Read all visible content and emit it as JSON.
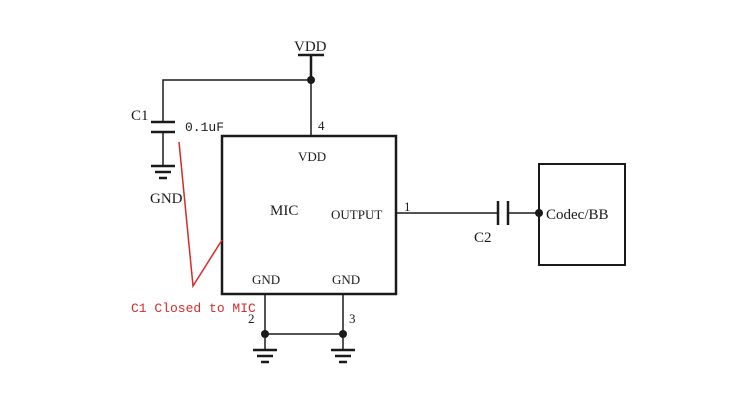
{
  "supply": {
    "label": "VDD"
  },
  "c1": {
    "designator": "C1",
    "value": "0.1uF",
    "ground_label": "GND"
  },
  "mic": {
    "name": "MIC",
    "pins": {
      "vdd": {
        "label": "VDD",
        "number": "4"
      },
      "output": {
        "label": "OUTPUT",
        "number": "1"
      },
      "gnd_a": {
        "label": "GND",
        "number": "2"
      },
      "gnd_b": {
        "label": "GND",
        "number": "3"
      }
    }
  },
  "c2": {
    "designator": "C2"
  },
  "codec": {
    "label": "Codec/BB"
  },
  "annotation": {
    "text": "C1 Closed to MIC",
    "color": "#d62b2b"
  },
  "colors": {
    "wire": "#1a1a1a",
    "annotation": "#d62b2b"
  }
}
